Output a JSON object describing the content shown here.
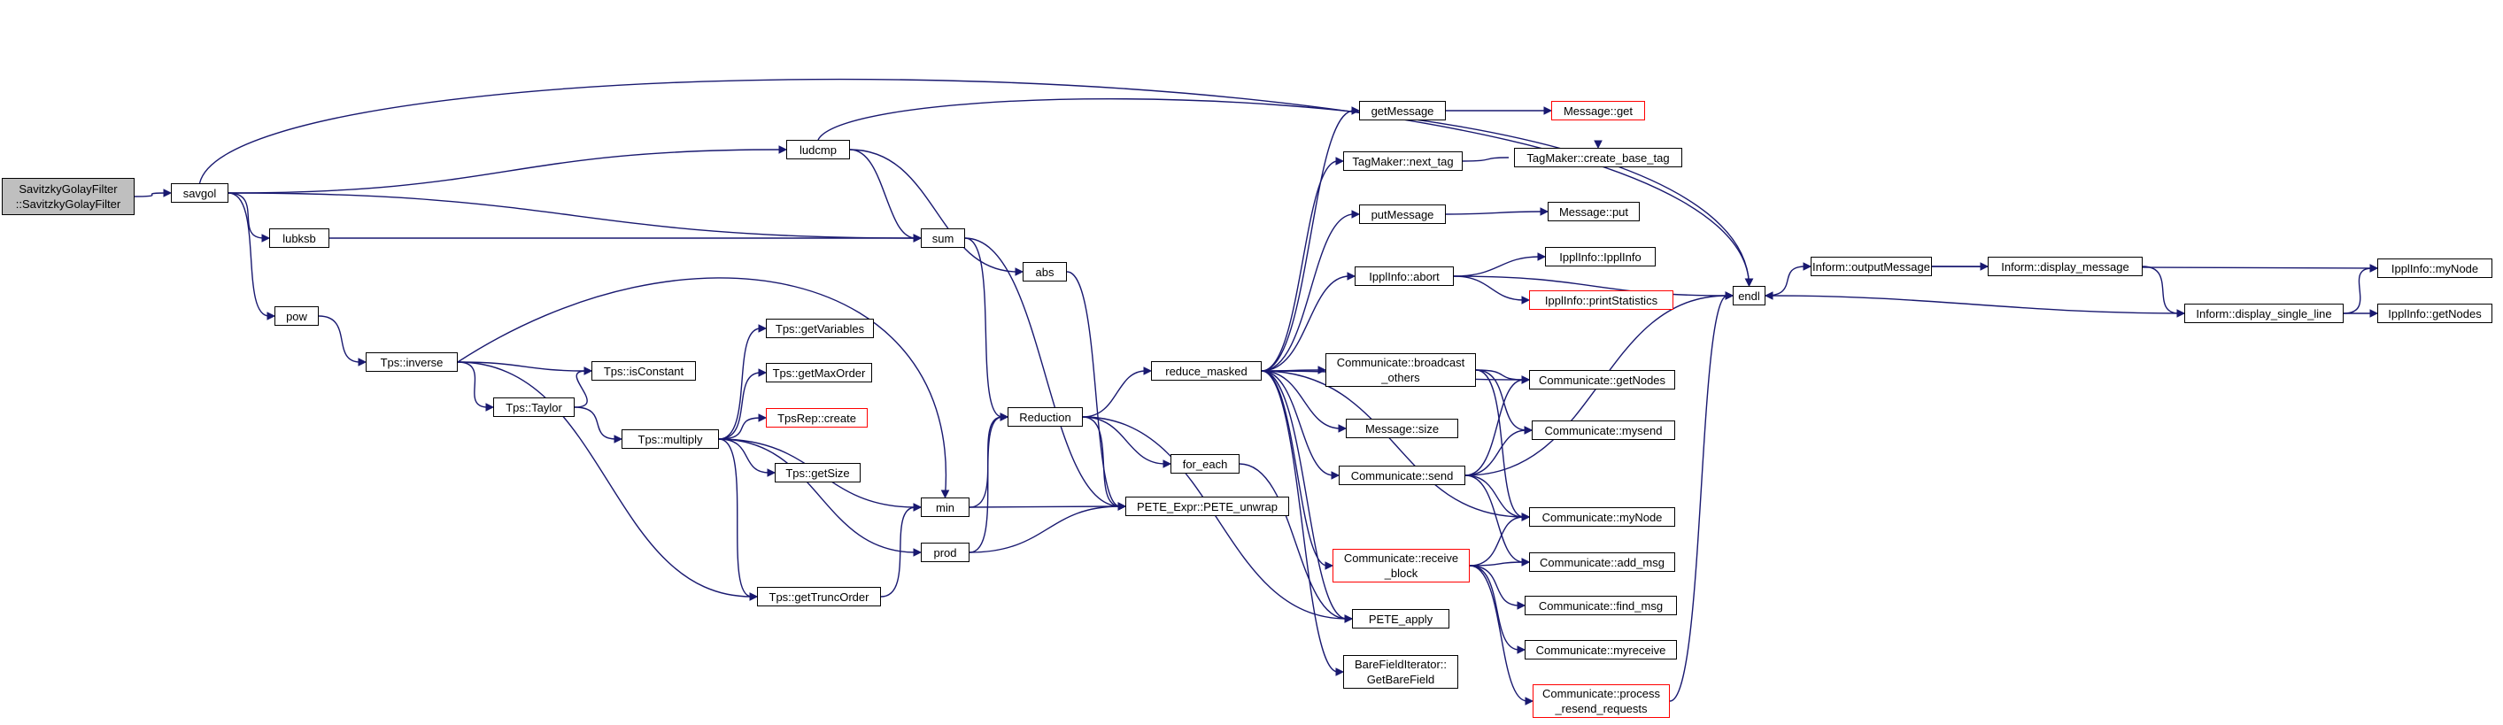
{
  "diagram": {
    "colors": {
      "edge": "#191970",
      "root_fill": "#bfbfbf",
      "truncated_border": "#ff0000",
      "node_border": "#000000"
    },
    "nodes": [
      {
        "id": "root",
        "label": "SavitzkyGolayFilter\n::SavitzkyGolayFilter",
        "kind": "root"
      },
      {
        "id": "savgol",
        "label": "savgol"
      },
      {
        "id": "ludcmp",
        "label": "ludcmp"
      },
      {
        "id": "lubksb",
        "label": "lubksb"
      },
      {
        "id": "sum",
        "label": "sum"
      },
      {
        "id": "pow",
        "label": "pow"
      },
      {
        "id": "abs",
        "label": "abs"
      },
      {
        "id": "tps_inverse",
        "label": "Tps::inverse"
      },
      {
        "id": "tps_isconstant",
        "label": "Tps::isConstant"
      },
      {
        "id": "tps_taylor",
        "label": "Tps::Taylor"
      },
      {
        "id": "tps_multiply",
        "label": "Tps::multiply"
      },
      {
        "id": "tps_getvariables",
        "label": "Tps::getVariables"
      },
      {
        "id": "tps_getmaxorder",
        "label": "Tps::getMaxOrder"
      },
      {
        "id": "tpsrep_create",
        "label": "TpsRep::create",
        "kind": "truncated"
      },
      {
        "id": "tps_getsize",
        "label": "Tps::getSize"
      },
      {
        "id": "tps_gettruncorder",
        "label": "Tps::getTruncOrder"
      },
      {
        "id": "min",
        "label": "min"
      },
      {
        "id": "prod",
        "label": "prod"
      },
      {
        "id": "reduction",
        "label": "Reduction"
      },
      {
        "id": "for_each",
        "label": "for_each"
      },
      {
        "id": "pete_unwrap",
        "label": "PETE_Expr::PETE_unwrap"
      },
      {
        "id": "reduce_masked",
        "label": "reduce_masked"
      },
      {
        "id": "getmessage",
        "label": "getMessage"
      },
      {
        "id": "message_get",
        "label": "Message::get",
        "kind": "truncated"
      },
      {
        "id": "tagmaker_next",
        "label": "TagMaker::next_tag"
      },
      {
        "id": "tagmaker_create",
        "label": "TagMaker::create_base_tag"
      },
      {
        "id": "putmessage",
        "label": "putMessage"
      },
      {
        "id": "message_put",
        "label": "Message::put"
      },
      {
        "id": "ipplinfo_abort",
        "label": "IpplInfo::abort"
      },
      {
        "id": "ipplinfo_ipplinfo",
        "label": "IpplInfo::IpplInfo"
      },
      {
        "id": "ipplinfo_printstats",
        "label": "IpplInfo::printStatistics",
        "kind": "truncated"
      },
      {
        "id": "comm_broadcast",
        "label": "Communicate::broadcast\n_others"
      },
      {
        "id": "comm_getnodes",
        "label": "Communicate::getNodes"
      },
      {
        "id": "message_size",
        "label": "Message::size"
      },
      {
        "id": "comm_mysend",
        "label": "Communicate::mysend"
      },
      {
        "id": "comm_send",
        "label": "Communicate::send"
      },
      {
        "id": "comm_mynode",
        "label": "Communicate::myNode"
      },
      {
        "id": "comm_receive",
        "label": "Communicate::receive\n_block",
        "kind": "truncated"
      },
      {
        "id": "comm_addmsg",
        "label": "Communicate::add_msg"
      },
      {
        "id": "comm_findmsg",
        "label": "Communicate::find_msg"
      },
      {
        "id": "pete_apply",
        "label": "PETE_apply"
      },
      {
        "id": "comm_myreceive",
        "label": "Communicate::myreceive"
      },
      {
        "id": "barefield",
        "label": "BareFieldIterator::\nGetBareField"
      },
      {
        "id": "comm_process",
        "label": "Communicate::process\n_resend_requests",
        "kind": "truncated"
      },
      {
        "id": "endl",
        "label": "endl"
      },
      {
        "id": "inform_output",
        "label": "Inform::outputMessage"
      },
      {
        "id": "inform_display",
        "label": "Inform::display_message"
      },
      {
        "id": "inform_single",
        "label": "Inform::display_single_line"
      },
      {
        "id": "ipplinfo_mynode",
        "label": "IpplInfo::myNode"
      },
      {
        "id": "ipplinfo_getnodes",
        "label": "IpplInfo::getNodes"
      }
    ],
    "edges": [
      [
        "root",
        "savgol"
      ],
      [
        "savgol",
        "ludcmp"
      ],
      [
        "savgol",
        "lubksb"
      ],
      [
        "savgol",
        "sum"
      ],
      [
        "savgol",
        "pow"
      ],
      [
        "savgol",
        "endl"
      ],
      [
        "ludcmp",
        "sum"
      ],
      [
        "ludcmp",
        "abs"
      ],
      [
        "ludcmp",
        "endl"
      ],
      [
        "lubksb",
        "sum"
      ],
      [
        "sum",
        "reduction"
      ],
      [
        "sum",
        "pete_unwrap"
      ],
      [
        "abs",
        "pete_unwrap"
      ],
      [
        "pow",
        "tps_inverse"
      ],
      [
        "tps_inverse",
        "tps_isconstant"
      ],
      [
        "tps_inverse",
        "tps_taylor"
      ],
      [
        "tps_inverse",
        "min"
      ],
      [
        "tps_inverse",
        "tps_gettruncorder"
      ],
      [
        "tps_taylor",
        "tps_isconstant"
      ],
      [
        "tps_taylor",
        "tps_multiply"
      ],
      [
        "tps_multiply",
        "tps_getvariables"
      ],
      [
        "tps_multiply",
        "tps_getmaxorder"
      ],
      [
        "tps_multiply",
        "tpsrep_create"
      ],
      [
        "tps_multiply",
        "tps_getsize"
      ],
      [
        "tps_multiply",
        "min"
      ],
      [
        "tps_multiply",
        "prod"
      ],
      [
        "tps_multiply",
        "tps_gettruncorder"
      ],
      [
        "tps_gettruncorder",
        "min"
      ],
      [
        "min",
        "reduction"
      ],
      [
        "min",
        "pete_unwrap"
      ],
      [
        "prod",
        "reduction"
      ],
      [
        "prod",
        "pete_unwrap"
      ],
      [
        "reduction",
        "reduce_masked"
      ],
      [
        "reduction",
        "for_each"
      ],
      [
        "reduction",
        "pete_unwrap"
      ],
      [
        "reduction",
        "pete_apply"
      ],
      [
        "for_each",
        "pete_apply"
      ],
      [
        "reduce_masked",
        "getmessage"
      ],
      [
        "reduce_masked",
        "tagmaker_next"
      ],
      [
        "reduce_masked",
        "putmessage"
      ],
      [
        "reduce_masked",
        "ipplinfo_abort"
      ],
      [
        "reduce_masked",
        "comm_broadcast"
      ],
      [
        "reduce_masked",
        "comm_getnodes"
      ],
      [
        "reduce_masked",
        "message_size"
      ],
      [
        "reduce_masked",
        "comm_send"
      ],
      [
        "reduce_masked",
        "comm_mynode"
      ],
      [
        "reduce_masked",
        "comm_receive"
      ],
      [
        "reduce_masked",
        "pete_apply"
      ],
      [
        "reduce_masked",
        "barefield"
      ],
      [
        "getmessage",
        "message_get"
      ],
      [
        "tagmaker_next",
        "tagmaker_create"
      ],
      [
        "putmessage",
        "message_put"
      ],
      [
        "ipplinfo_abort",
        "ipplinfo_ipplinfo"
      ],
      [
        "ipplinfo_abort",
        "ipplinfo_printstats"
      ],
      [
        "ipplinfo_abort",
        "endl"
      ],
      [
        "comm_broadcast",
        "comm_getnodes"
      ],
      [
        "comm_broadcast",
        "comm_mysend"
      ],
      [
        "comm_broadcast",
        "comm_mynode"
      ],
      [
        "comm_send",
        "comm_getnodes"
      ],
      [
        "comm_send",
        "comm_mysend"
      ],
      [
        "comm_send",
        "comm_mynode"
      ],
      [
        "comm_send",
        "comm_addmsg"
      ],
      [
        "comm_send",
        "endl"
      ],
      [
        "comm_receive",
        "comm_mynode"
      ],
      [
        "comm_receive",
        "comm_addmsg"
      ],
      [
        "comm_receive",
        "comm_findmsg"
      ],
      [
        "comm_receive",
        "comm_myreceive"
      ],
      [
        "comm_receive",
        "comm_process"
      ],
      [
        "comm_process",
        "endl"
      ],
      [
        "endl",
        "inform_output"
      ],
      [
        "inform_output",
        "inform_display"
      ],
      [
        "inform_output",
        "ipplinfo_mynode"
      ],
      [
        "inform_display",
        "inform_single"
      ],
      [
        "inform_single",
        "ipplinfo_mynode"
      ],
      [
        "inform_single",
        "ipplinfo_getnodes"
      ],
      [
        "inform_single",
        "endl"
      ]
    ]
  }
}
